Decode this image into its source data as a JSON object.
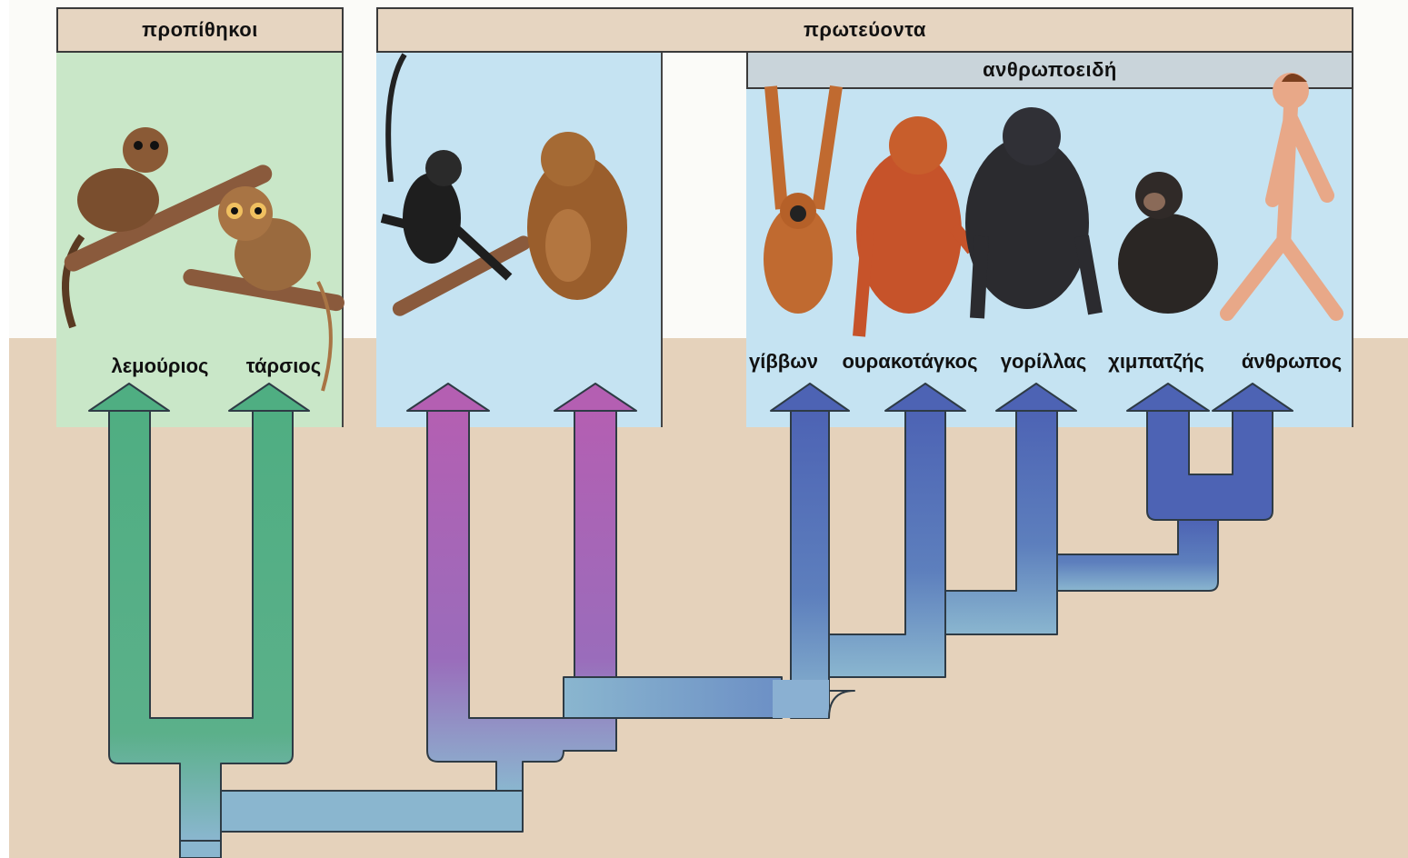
{
  "groups": {
    "prosimians": "προπίθηκοι",
    "primates": "πρωτεύοντα",
    "anthropoids": "ανθρωποειδή"
  },
  "species": {
    "lemur": "λεμούριος",
    "tarsier": "τάρσιος",
    "gibbon": "γίββων",
    "orangutan": "ουρακοτάγκος",
    "gorilla": "γορίλλας",
    "chimpanzee": "χιμπατζής",
    "human": "άνθρωπος"
  },
  "colors": {
    "green_branch": "#4fae82",
    "purple_branch": "#b45fb2",
    "blue_branch": "#4d63b4",
    "root_branch": "#8ab6cf"
  }
}
